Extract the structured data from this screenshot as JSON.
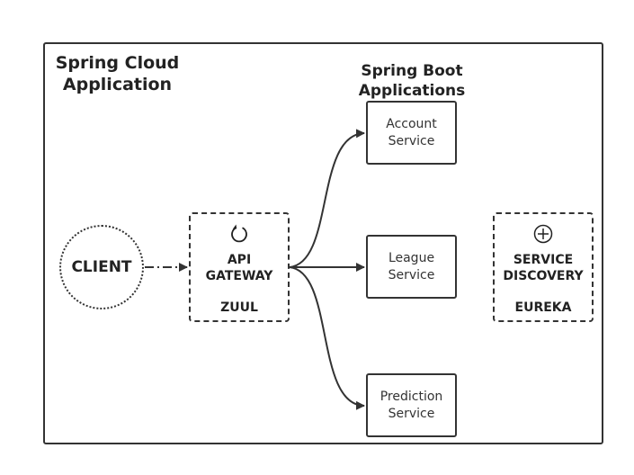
{
  "titles": {
    "cloud_line1": "Spring Cloud",
    "cloud_line2": "Application",
    "boot_line1": "Spring Boot",
    "boot_line2": "Applications"
  },
  "client": {
    "label": "CLIENT"
  },
  "gateway": {
    "icon": "refresh-icon",
    "label_line1": "API",
    "label_line2": "GATEWAY",
    "sub": "ZUUL"
  },
  "discovery": {
    "icon": "plus-circle-icon",
    "label_line1": "SERVICE",
    "label_line2": "DISCOVERY",
    "sub": "EUREKA"
  },
  "services": [
    {
      "line1": "Account",
      "line2": "Service"
    },
    {
      "line1": "League",
      "line2": "Service"
    },
    {
      "line1": "Prediction",
      "line2": "Service"
    }
  ],
  "colors": {
    "stroke": "#333333",
    "text": "#222222",
    "background": "#ffffff"
  }
}
